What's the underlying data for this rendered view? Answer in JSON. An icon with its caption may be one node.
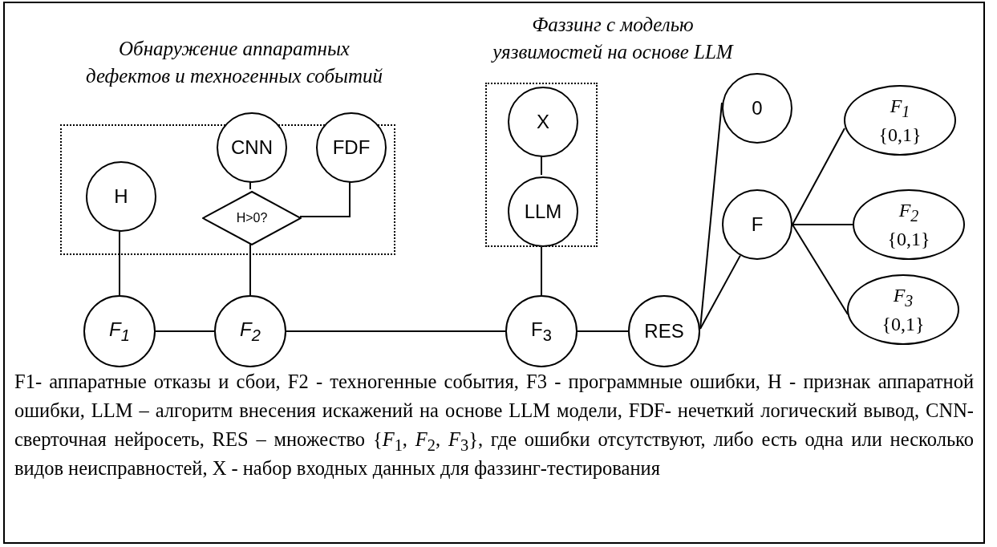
{
  "diagram": {
    "nodes": [
      {
        "text": [
          "Обнаружение аппаратных дефектов и техногенных событий"
        ]
      },
      {
        "text": [
          "H"
        ],
        "in": 0
      },
      {
        "text": [
          "CNN"
        ],
        "in": 0
      },
      {
        "text": [
          "FDF"
        ],
        "in": 0
      },
      {
        "text": [
          "H>0?"
        ],
        "in": 0
      },
      {
        "text": [
          "Фаззинг с моделью уязвимостей на основе LLM"
        ]
      },
      {
        "text": [
          "X"
        ],
        "in": 5
      },
      {
        "text": [
          "LLM"
        ],
        "in": 5
      },
      {
        "text": [
          "F$_{1}$"
        ]
      },
      {
        "text": [
          "F$_{2}$"
        ]
      },
      {
        "text": [
          "F$_{3}$"
        ]
      },
      {
        "text": [
          "RES"
        ]
      },
      {
        "text": [
          "0"
        ]
      },
      {
        "text": [
          "F"
        ]
      },
      {
        "text": [
          "F$_{1}$",
          "{0,1}"
        ]
      },
      {
        "text": [
          "F$_{2}$",
          "{0,1}"
        ]
      },
      {
        "text": [
          "F$_{3}$",
          "{0,1}"
        ]
      }
    ],
    "edges": [
      {
        "from": 2,
        "to": 4,
        "arrow": "none"
      },
      {
        "from": 3,
        "to": 4,
        "arrow": "none"
      },
      {
        "from": 1,
        "to": 8,
        "arrow": "none"
      },
      {
        "from": 4,
        "to": 9,
        "arrow": "none"
      },
      {
        "from": 6,
        "to": 7,
        "arrow": "none"
      },
      {
        "from": 5,
        "to": 10,
        "arrow": "none"
      },
      {
        "from": 8,
        "to": 9,
        "arrow": "none"
      },
      {
        "from": 9,
        "to": 10,
        "arrow": "none"
      },
      {
        "from": 10,
        "to": 11,
        "arrow": "none"
      },
      {
        "from": 11,
        "to": 12,
        "arrow": "none"
      },
      {
        "from": 11,
        "to": 13,
        "arrow": "none"
      },
      {
        "from": 13,
        "to": 14,
        "arrow": "none"
      },
      {
        "from": 13,
        "to": 15,
        "arrow": "none"
      },
      {
        "from": 13,
        "to": 16,
        "arrow": "none"
      }
    ],
    "labels": [
      "F1- аппаратные отказы и сбои, F2 - техногенные события, F3 - программные ошибки, H - признак аппаратной ошибки, LLM – алгоритм внесения искажений на основе LLM модели, FDF- нечеткий логический вывод, CNN- сверточная нейросеть, RES – множество {*F*$_{1}$, *F*$_{2}$, *F*$_{3}$}, где ошибки отсутствуют, либо есть одна или несколько видов неисправностей, X - набор входных данных для фаззинг-тестирования"
    ]
  }
}
